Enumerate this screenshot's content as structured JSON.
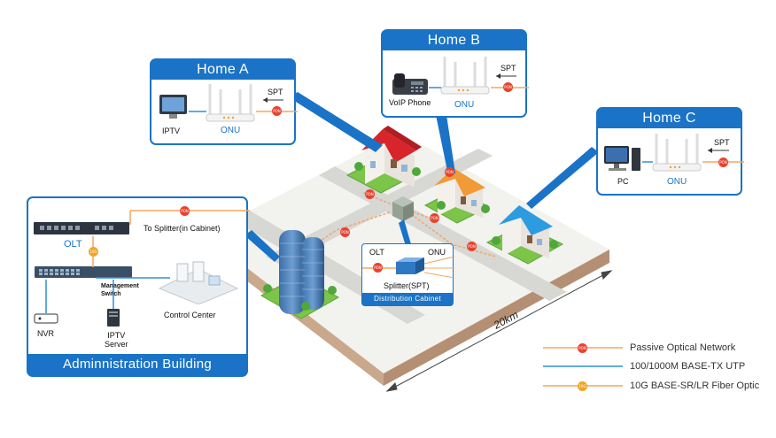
{
  "homes": {
    "a": {
      "title": "Home A",
      "device": "IPTV",
      "router": "ONU",
      "splitter": "SPT",
      "pon_badge": "PON"
    },
    "b": {
      "title": "Home B",
      "device": "VoIP Phone",
      "router": "ONU",
      "splitter": "SPT",
      "pon_badge": "PON"
    },
    "c": {
      "title": "Home C",
      "device": "PC",
      "router": "ONU",
      "splitter": "SPT",
      "pon_badge": "PON"
    }
  },
  "admin": {
    "title": "Adminnistration Building",
    "olt": "OLT",
    "to_splitter": "To Splitter(in Cabinet)",
    "switch": "Management\nSwitch",
    "nvr": "NVR",
    "iptv_server": "IPTV\nServer",
    "control_center": "Control Center",
    "pon_badge": "PON",
    "tenG_badge": "10G"
  },
  "cabinet": {
    "title": "Distribution Cabinet",
    "olt": "OLT",
    "onu": "ONU",
    "splitter": "Splitter(SPT)",
    "pon_badge": "PON"
  },
  "map": {
    "distance": "20km",
    "pon_badges": [
      "PON",
      "PON",
      "PON",
      "PON",
      "PON"
    ]
  },
  "legend": [
    {
      "label": "Passive Optical Network",
      "color": "#f4a561",
      "badge": "PON",
      "badge_color": "#e8432f"
    },
    {
      "label": "100/1000M BASE-TX UTP",
      "color": "#2f8fd8",
      "badge": "",
      "badge_color": ""
    },
    {
      "label": "10G BASE-SR/LR Fiber Optic",
      "color": "#f4a561",
      "badge": "10G",
      "badge_color": "#f0a42a"
    }
  ],
  "colors": {
    "panel_blue": "#1a73c6",
    "fiber_orange": "#f4a561",
    "utp_blue": "#2f8fd8",
    "pon_red": "#e8432f",
    "grass_green": "#7cc44a"
  }
}
